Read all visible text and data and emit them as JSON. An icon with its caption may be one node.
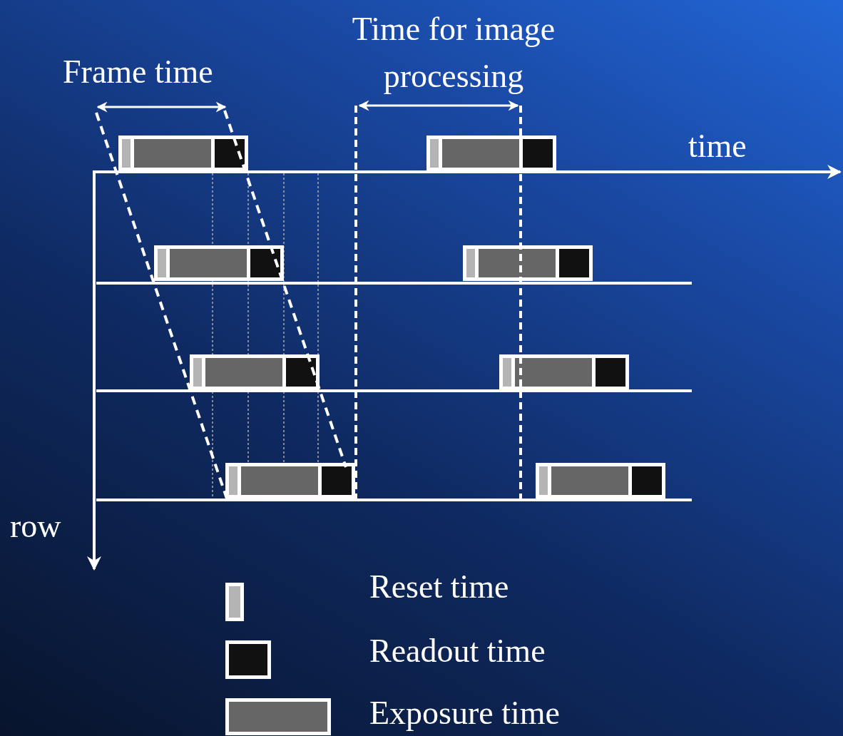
{
  "diagram": {
    "labels": [
      "Time for image processing",
      "Frame time",
      "time",
      "row"
    ],
    "legend": [
      {
        "text": "Reset time",
        "color": "#b4b4b4"
      },
      {
        "text": "Readout time",
        "color": "#111111"
      },
      {
        "text": "Exposure time",
        "color": "#666666"
      }
    ]
  }
}
